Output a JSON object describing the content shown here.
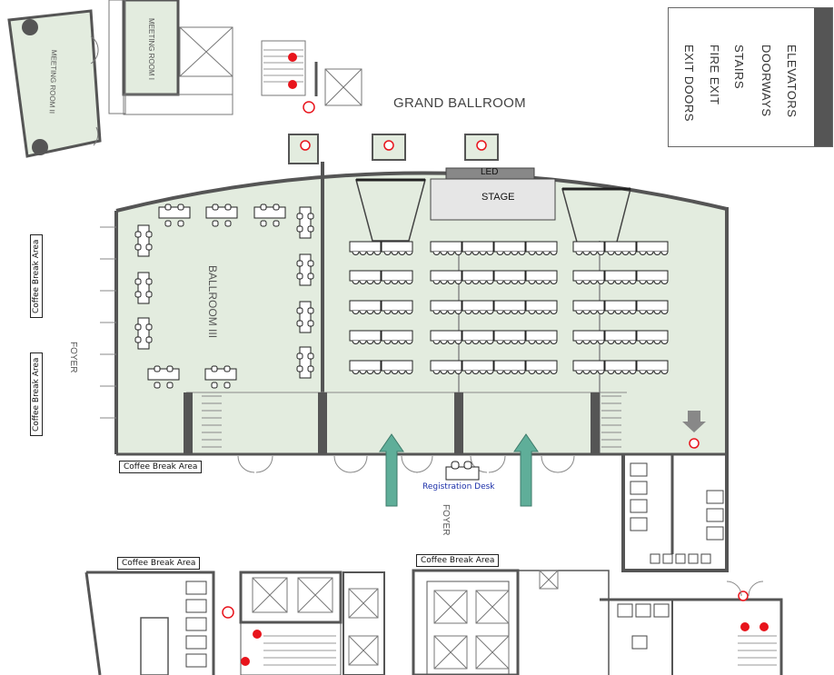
{
  "title": "GRAND BALLROOM",
  "legend": {
    "items": [
      {
        "label": "ELEVATORS",
        "icon": "elevator-icon"
      },
      {
        "label": "DOORWAYS",
        "icon": "doorway-icon"
      },
      {
        "label": "STAIRS",
        "icon": "stairs-icon"
      },
      {
        "label": "FIRE EXIT",
        "icon": "fire-exit-icon",
        "color": "#e8141c"
      },
      {
        "label": "EXIT DOORS",
        "icon": "exit-door-icon",
        "color": "#e8141c"
      }
    ]
  },
  "rooms": {
    "ballroom_iii": "BALLROOM III",
    "meeting_room_i": "MEETING ROOM I",
    "meeting_room_ii": "MEETING ROOM II",
    "stage": "STAGE",
    "led": "LED"
  },
  "foyer_labels": [
    "FOYER",
    "FOYER"
  ],
  "coffee_break": "Coffee Break Area",
  "registration": "Registration Desk",
  "colors": {
    "floor": "#e3ecdf",
    "wall": "#555555",
    "arrow": "#5fae99",
    "accent_red": "#e8141c",
    "legend_bar": "#555555"
  }
}
